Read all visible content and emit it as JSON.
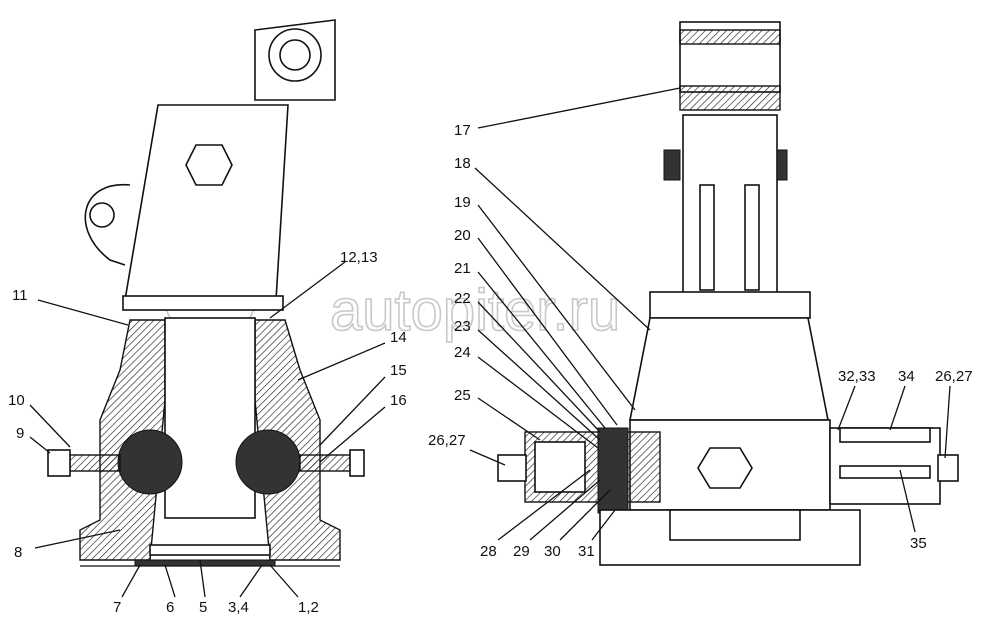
{
  "watermark": "autopiter.ru",
  "labels": {
    "l11": "11",
    "l12_13": "12,13",
    "l14": "14",
    "l15": "15",
    "l16": "16",
    "l10": "10",
    "l9": "9",
    "l8": "8",
    "l7": "7",
    "l6": "6",
    "l5": "5",
    "l3_4": "3,4",
    "l1_2": "1,2",
    "l17": "17",
    "l18": "18",
    "l19": "19",
    "l20": "20",
    "l21": "21",
    "l22": "22",
    "l23": "23",
    "l24": "24",
    "l25": "25",
    "l26_27a": "26,27",
    "l28": "28",
    "l29": "29",
    "l30": "30",
    "l31": "31",
    "l32_33": "32,33",
    "l34": "34",
    "l26_27b": "26,27",
    "l35": "35"
  }
}
